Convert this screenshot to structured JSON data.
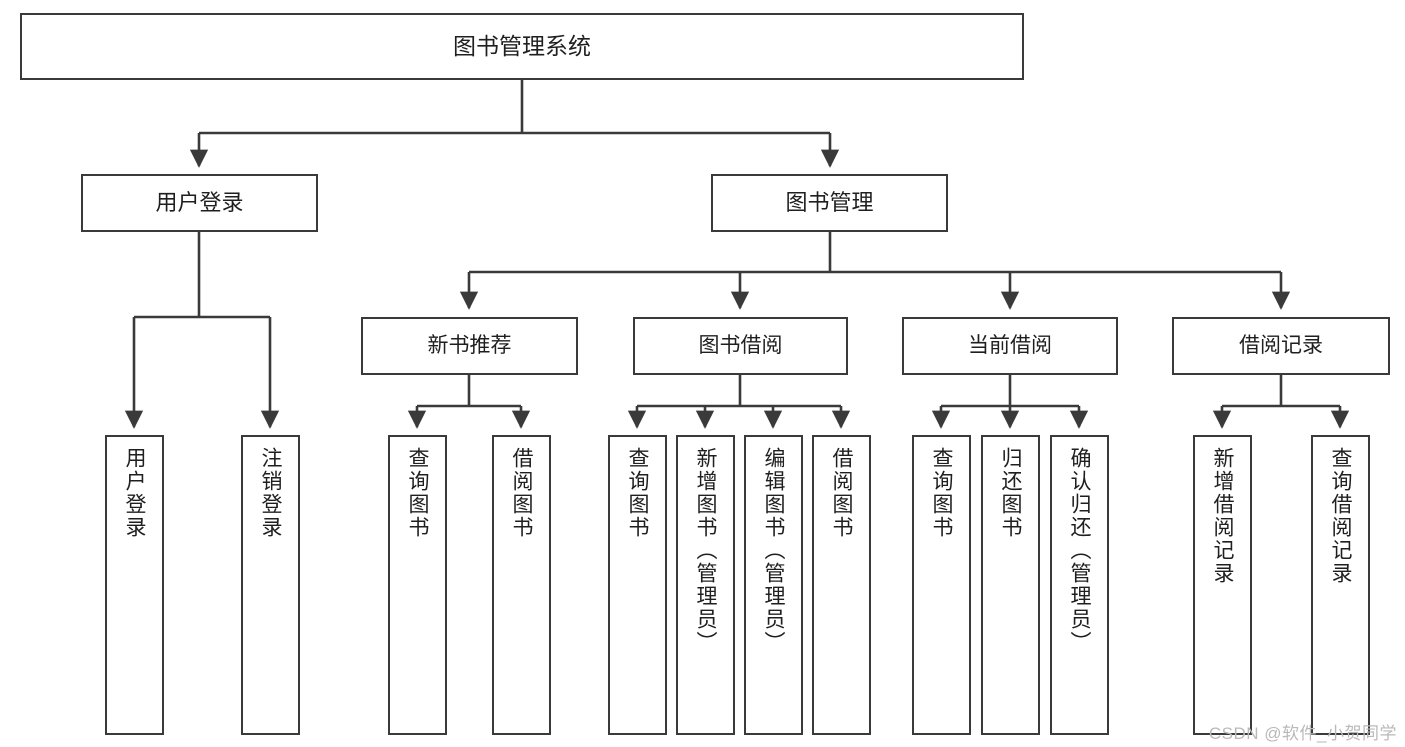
{
  "diagram": {
    "title": "图书管理系统",
    "type": "tree-hierarchy",
    "stroke_color": "#3a3a3a",
    "fill_color": "#ffffff",
    "text_color": "#1f1f1f"
  },
  "nodes": {
    "root": {
      "label": "图书管理系统"
    },
    "level1": [
      {
        "label": "用户登录"
      },
      {
        "label": "图书管理"
      }
    ],
    "level2": [
      {
        "label": "新书推荐"
      },
      {
        "label": "图书借阅"
      },
      {
        "label": "当前借阅"
      },
      {
        "label": "借阅记录"
      }
    ],
    "leaves": {
      "user_login": [
        {
          "label": "用户登录"
        },
        {
          "label": "注销登录"
        }
      ],
      "new_book_recommend": [
        {
          "label": "查询图书"
        },
        {
          "label": "借阅图书"
        }
      ],
      "book_borrow": [
        {
          "label": "查询图书"
        },
        {
          "label": "新增图书（管理员）"
        },
        {
          "label": "编辑图书（管理员）"
        },
        {
          "label": "借阅图书"
        }
      ],
      "current_borrow": [
        {
          "label": "查询图书"
        },
        {
          "label": "归还图书"
        },
        {
          "label": "确认归还（管理员）"
        }
      ],
      "borrow_record": [
        {
          "label": "新增借阅记录"
        },
        {
          "label": "查询借阅记录"
        }
      ]
    }
  },
  "watermark": {
    "text": "CSDN @软件_小贺同学"
  }
}
